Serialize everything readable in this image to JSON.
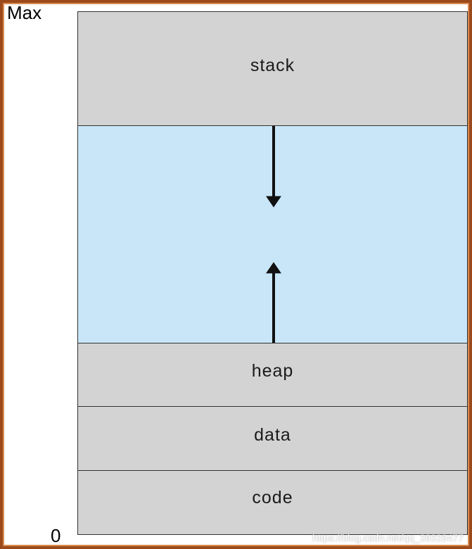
{
  "axis": {
    "max_label": "Max",
    "min_label": "0"
  },
  "segments": {
    "stack": "stack",
    "heap": "heap",
    "data": "data",
    "code": "code"
  },
  "colors": {
    "segment_fill": "#d3d3d3",
    "free_space_fill": "#c8e6f8",
    "frame_border": "#9c4a1c"
  },
  "watermark": "https://blog.csdn.net/qq_39328477"
}
